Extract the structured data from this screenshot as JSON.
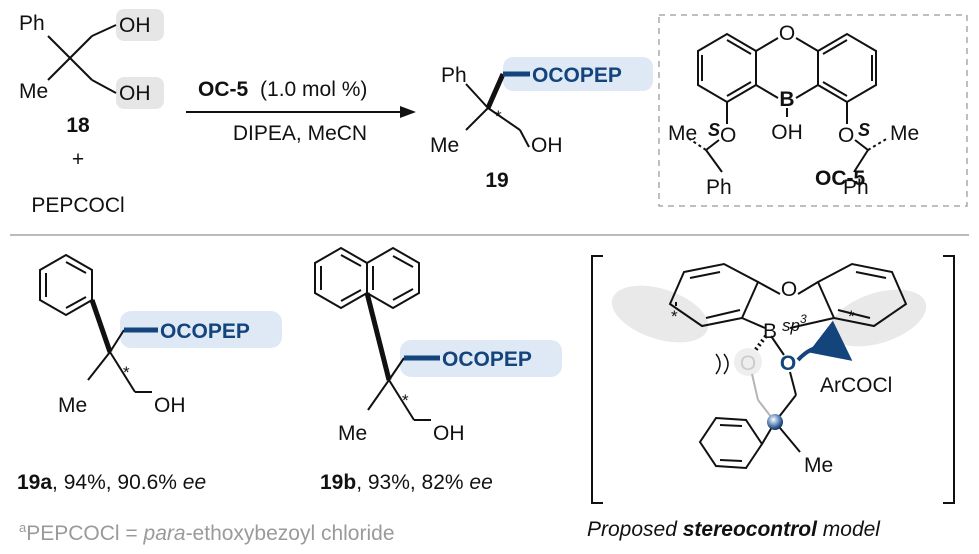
{
  "scheme": {
    "compound_18": {
      "substituent_ph": "Ph",
      "substituent_me": "Me",
      "oh_top": "OH",
      "oh_bottom": "OH",
      "number": "18"
    },
    "plus": "+",
    "reagent": "PEPCOCl",
    "catalyst_name": "OC-5",
    "catalyst_loading": "(1.0 mol %)",
    "conditions": "DIPEA, MeCN",
    "product": {
      "substituent_ph": "Ph",
      "substituent_me": "Me",
      "ester": "OCOPEP",
      "oh": "OH",
      "stereo_mark": "*",
      "number": "19"
    },
    "oc5": {
      "ring_o": "O",
      "boron": "B",
      "boron_oh": "OH",
      "left_me": "Me",
      "left_config": "S",
      "left_o": "O",
      "left_ph": "Ph",
      "right_o": "O",
      "right_config": "S",
      "right_me": "Me",
      "right_ph": "Ph",
      "name": "OC-5"
    }
  },
  "examples": [
    {
      "ester": "OCOPEP",
      "oh": "OH",
      "me": "Me",
      "stereo_mark": "*",
      "id": "19a",
      "yield": ", 94%, 90.6% ",
      "ee_label": "ee"
    },
    {
      "ester": "OCOPEP",
      "oh": "OH",
      "me": "Me",
      "stereo_mark": "*",
      "id": "19b",
      "yield": ", 93%, 82% ",
      "ee_label": "ee"
    }
  ],
  "model": {
    "ring_o": "O",
    "boron": "B",
    "hybrid_base": "sp",
    "hybrid_sup": "3",
    "star_left": "*",
    "star_right": "*",
    "o_faded": "O",
    "o_active": "O",
    "acyl_chloride": "ArCOCl",
    "me": "Me",
    "caption_prefix": "Proposed ",
    "caption_bold": "stereocontrol",
    "caption_suffix": " model"
  },
  "footnote": {
    "sup": "a",
    "prefix": "PEPCOCl = ",
    "italic": "para",
    "suffix": "-ethoxybezoyl chloride"
  },
  "colors": {
    "accent_blue": "#13447c",
    "highlight_bg": "#dfe9f6",
    "grey_text": "#9a9a9a",
    "shadow": "#e6e6e6"
  }
}
